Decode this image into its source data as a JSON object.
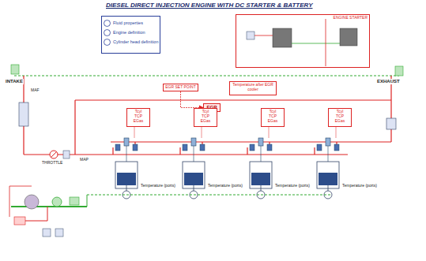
{
  "diagram": {
    "title": "DIESEL DIRECT INJECTION ENGINE WITH DC STARTER & BATTERY",
    "nodes": [
      {
        "text": [
          "Fluid properties",
          "Engine definition",
          "Cylinder head definition"
        ]
      },
      {
        "text": [
          "ENGINE STARTER"
        ]
      },
      {
        "text": [
          "EGR SET POINT"
        ]
      },
      {
        "text": [
          "EGR"
        ]
      },
      {
        "text": [
          "Temperature after EGR cooler"
        ]
      },
      {
        "text": [
          "Tcyl",
          "TCP",
          "EGas"
        ]
      },
      {
        "text": [
          "Tcyl",
          "TCP",
          "EGas"
        ]
      },
      {
        "text": [
          "Tcyl",
          "TCP",
          "EGas"
        ]
      },
      {
        "text": [
          "Tcyl",
          "TCP",
          "EGas"
        ]
      }
    ],
    "edges": [
      {
        "from": 2,
        "to": 3,
        "arrow": "to"
      }
    ],
    "labels": [
      "INTAKE",
      "EXHAUST",
      "THROTTLE",
      "MAF",
      "Temperature (ports)",
      "Temperature (ports)",
      "Temperature (ports)",
      "Temperature (ports)",
      "MAP"
    ]
  }
}
